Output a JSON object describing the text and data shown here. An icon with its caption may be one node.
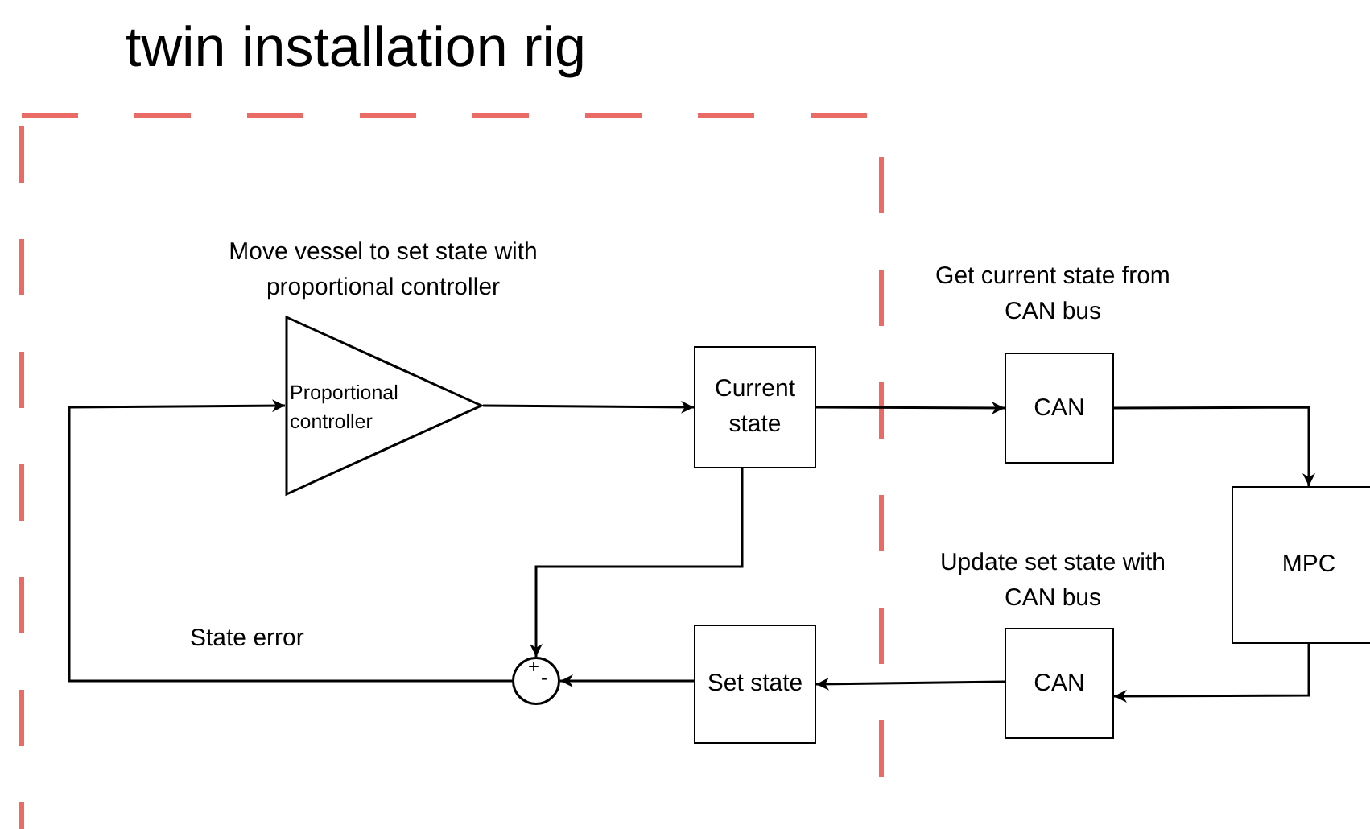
{
  "diagram": {
    "title": "twin installation rig",
    "nodes": [
      {
        "text": [],
        "shape": "box"
      },
      {
        "text": [
          "Proportional controller"
        ],
        "in": 0,
        "beside": [
          "Move vessel to set state with proportional controller"
        ]
      },
      {
        "text": [
          "Current state"
        ],
        "in": 0
      },
      {
        "text": [
          "CAN"
        ],
        "beside": [
          "Get current state from CAN bus"
        ]
      },
      {
        "text": [
          "MPC"
        ]
      },
      {
        "text": [
          "CAN"
        ],
        "beside": [
          "Update set state with CAN bus"
        ]
      },
      {
        "text": [
          "Set state"
        ],
        "in": 0
      },
      {
        "text": [
          "+",
          "-"
        ],
        "in": 0
      }
    ],
    "edges": [
      {
        "from": 1,
        "to": 2,
        "arrow": "to"
      },
      {
        "from": 2,
        "to": 3,
        "arrow": "to"
      },
      {
        "from": 3,
        "to": 4,
        "arrow": "to"
      },
      {
        "from": 4,
        "to": 5,
        "arrow": "to"
      },
      {
        "from": 5,
        "to": 6,
        "arrow": "to"
      },
      {
        "from": 6,
        "to": 7,
        "arrow": "to"
      },
      {
        "from": 2,
        "to": 7,
        "arrow": "to"
      },
      {
        "from": 7,
        "to": 1,
        "arrow": "to",
        "label": "State error"
      }
    ]
  }
}
